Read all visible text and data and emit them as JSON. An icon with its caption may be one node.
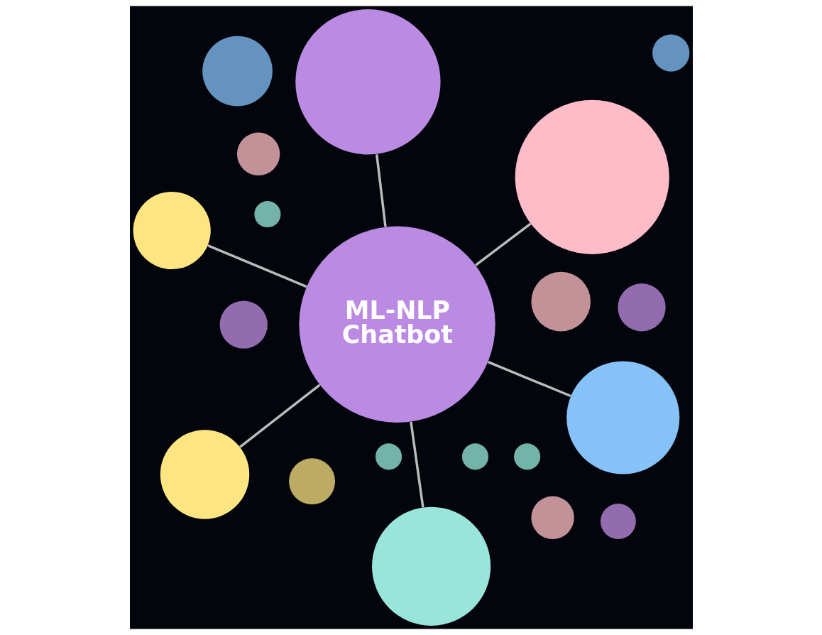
{
  "diagram": {
    "nodes": [
      {
        "text": [],
        "shape": "circle"
      },
      {
        "text": [],
        "shape": "circle"
      },
      {
        "text": [],
        "shape": "circle"
      },
      {
        "text": [],
        "shape": "circle"
      },
      {
        "text": [],
        "shape": "circle"
      },
      {
        "text": [],
        "shape": "circle"
      },
      {
        "text": [],
        "shape": "circle"
      },
      {
        "text": [],
        "shape": "circle"
      },
      {
        "text": [],
        "shape": "circle"
      },
      {
        "text": [],
        "shape": "circle"
      },
      {
        "text": [
          "ML-NLP Chatbot"
        ]
      },
      {
        "text": [],
        "shape": "circle"
      },
      {
        "text": [],
        "shape": "circle"
      },
      {
        "text": [],
        "shape": "circle"
      },
      {
        "text": [],
        "shape": "circle"
      },
      {
        "text": [],
        "shape": "circle"
      },
      {
        "text": [],
        "shape": "circle"
      },
      {
        "text": [],
        "shape": "circle"
      },
      {
        "text": [],
        "shape": "circle"
      },
      {
        "text": [],
        "shape": "circle"
      }
    ],
    "edges": [
      {
        "from": 10,
        "to": 3,
        "arrow": "none"
      },
      {
        "from": 10,
        "to": 1,
        "arrow": "none"
      },
      {
        "from": 10,
        "to": 5,
        "arrow": "none"
      },
      {
        "from": 10,
        "to": 11,
        "arrow": "none"
      },
      {
        "from": 10,
        "to": 15,
        "arrow": "none"
      },
      {
        "from": 10,
        "to": 17,
        "arrow": "none"
      }
    ]
  }
}
